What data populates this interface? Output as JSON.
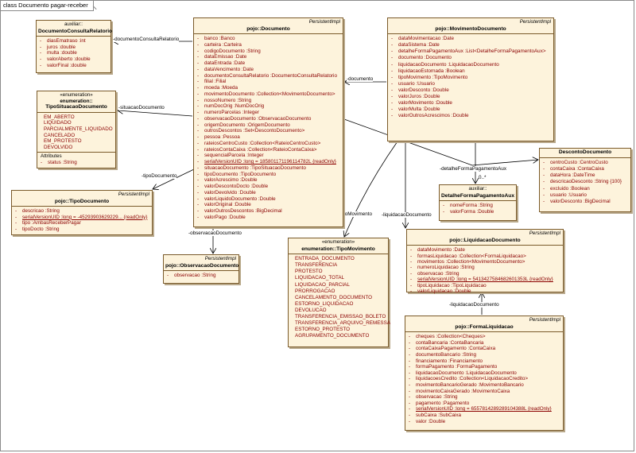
{
  "frame_title": "class Documento pagar-receber",
  "classes": {
    "documento_consulta_relatorio": {
      "stereotype": "auxiliar::",
      "name": "DocumentoConsultaRelatorio",
      "attributes": [
        "diasEmatraso :int",
        "juros :double",
        "multa :double",
        "valorAberto :double",
        "valorFinal :double"
      ]
    },
    "tipo_situacao_documento": {
      "stereotype": "«enumeration»",
      "stereotype2": "enumeration::",
      "name": "TipoSituacaoDocumento",
      "literals": [
        "EM_ABERTO",
        "LIQUIDADO",
        "PARCIALMENTE_LIQUIDADO",
        "CANCELADO",
        "EM_PROTESTO",
        "DEVOLVIDO"
      ],
      "section_label": "Attributes",
      "attributes": [
        "status :String"
      ]
    },
    "tipo_documento": {
      "stereotype": "PersistentImpl",
      "name": "pojo::TipoDocumento",
      "attributes": [
        "descricao :String",
        "serialVersionUID :long = -45293903629229... {readOnly}",
        "tipo :AmbasReceberPagar",
        "tipoDocto :String"
      ]
    },
    "documento": {
      "stereotype": "PersistentImpl",
      "name": "pojo::Documento",
      "attributes": [
        "banco :Banco",
        "carteira :Carteira",
        "codigoDocumento :String",
        "dataEmissao :Date",
        "dataEntrada :Date",
        "dataVencimento :Date",
        "documentoConsultaRelatorio :DocumentoConsultaRelatorio",
        "filial :Filial",
        "moeda :Moeda",
        "movimentoDocumento :Collection<MovimentoDocumento>",
        "nossoNumero :String",
        "numDocOrig :NumDocOrig",
        "numeroParcelas :Integer",
        "observacaoDocumento :ObservacaoDocumento",
        "origemDocumento :OrigemDocumento",
        "outrosDescontos :Set<DescontoDocumento>",
        "pessoa :Pessoa",
        "rateiosCentroCusto :Collection<RateioCentroCusto>",
        "rateiosContaCaixa :Collection<RateioContaCaixa>",
        "sequencialParcela :Integer",
        "serialVersionUID :long = 185801171196114782L {readOnly}",
        "situacaoDocumento :TipoSituacaoDocumento",
        "tipoDocumento :TipoDocumento",
        "valorAcrescimo :Double",
        "valorDescontoDocto :Double",
        "valorDevolvido :Double",
        "valorLiquidoDocumento :Double",
        "valorOriginal :Double",
        "valorOutrosDescontos :BigDecimal",
        "valorPago :Double"
      ]
    },
    "observacao_documento": {
      "stereotype": "PersistentImpl",
      "name": "pojo::ObservacaoDocumento",
      "attributes": [
        "observacao :String"
      ]
    },
    "tipo_movimento": {
      "stereotype": "«enumeration»",
      "name": "enumeration::TipoMovimento",
      "literals": [
        "ENTRADA_DOCUMENTO",
        "TRANSFERENCIA",
        "PROTESTO",
        "LIQUIDACAO_TOTAL",
        "LIQUIDACAO_PARCIAL",
        "PRORROGACAO",
        "CANCELAMENTO_DOCUMENTO",
        "ESTORNO_LIQUIDACAO",
        "DEVOLUCAO",
        "TRANSFERENCIA_EMISSAO_BOLETO",
        "TRANSFERENCIA_ARQUIVO_REMESSA",
        "ESTORNO_PROTESTO",
        "AGRUPAMENTO_DOCUMENTO"
      ]
    },
    "movimento_documento": {
      "stereotype": "PersistentImpl",
      "name": "pojo::MovimentoDocumento",
      "attributes": [
        "dataMovimentacao :Date",
        "dataSistema :Date",
        "detalheFormaPagamentoAux :List<DetalheFormaPagamentoAux>",
        "documento :Documento",
        "liquidacaoDocumento :LiquidacaoDocumento",
        "liquidacaoEstornada :Boolean",
        "tipoMovimento :TipoMovimento",
        "usuario :Usuario",
        "valorDesconto :Double",
        "valorJuros :Double",
        "valorMovimento :Double",
        "valorMulta :Double",
        "valorOutrosAcrescimos :Double"
      ]
    },
    "desconto_documento": {
      "name": "DescontoDocumento",
      "attributes": [
        "centroCusto :CentroCusto",
        "contaCaixa :ContaCaixa",
        "dataHora :DateTime",
        "descricaoDesconto :String {100}",
        "excluido :Boolean",
        "usuario :Usuario",
        "valorDesconto :BigDecimal"
      ]
    },
    "detalhe_forma_pagamento_aux": {
      "stereotype": "auxiliar::",
      "name": "DetalheFormaPagamentoAux",
      "attributes": [
        "nomeForma :String",
        "valorForma :Double"
      ]
    },
    "liquidacao_documento": {
      "stereotype": "PersistentImpl",
      "name": "pojo::LiquidacaoDocumento",
      "attributes": [
        "dataMovimento :Date",
        "formasLiquidacao :Collection<FormaLiquidacao>",
        "movimentos :Collection<MovimentoDocumento>",
        "numeroLiquidacao :String",
        "observacao :String",
        "serialVersionUID :long = 5413427584682601353L {readOnly}",
        "tipoLiquidacao :TipoLiquidacao",
        "valorLiquidacao :Double"
      ]
    },
    "forma_liquidacao": {
      "stereotype": "PersistentImpl",
      "name": "pojo::FormaLiquidacao",
      "attributes": [
        "cheques :Collection<Cheques>",
        "contaBancaria :ContaBancaria",
        "contaCaixaPagamento :ContaCaixa",
        "documentoBancario :String",
        "financiamento :Financiamento",
        "formaPagamento :FormaPagamento",
        "liquidacaoDocumento :LiquidacaoDocumento",
        "liquidacoesCredito :Collection<LiquidacaoCredito>",
        "movimentoBancarioGerado :MovimentoBancario",
        "movimentoCaixaGerado :MovimentoCaixa",
        "observacao :String",
        "pagamento :Pagamento",
        "serialVersionUID :long = 6557814289289104388L {readOnly}",
        "subCaixa :SubCaixa",
        "valor :Double"
      ]
    }
  },
  "associations": {
    "documento_consulta_relatorio": "-documentoConsultaRelatorio",
    "situacao_documento": "-situacaoDocumento",
    "tipo_documento": "-tipoDocumento",
    "observacao_documento": "-observacaoDocumento",
    "documento": "-documento",
    "tipo_movimento": "-tipoMovimento",
    "detalhe_forma_pagamento_aux": "-detalheFormaPagamentoAux",
    "multiplicity": "0..*",
    "liquidacao_documento_mov": "-liquidacaoDocumento",
    "liquidacao_documento_forma": "-liquidacaoDocumento"
  },
  "colors": {
    "class_fill": "#fdf3dc",
    "class_border": "#7a5a2a",
    "attribute_text": "#8b0000",
    "line": "#000000"
  }
}
